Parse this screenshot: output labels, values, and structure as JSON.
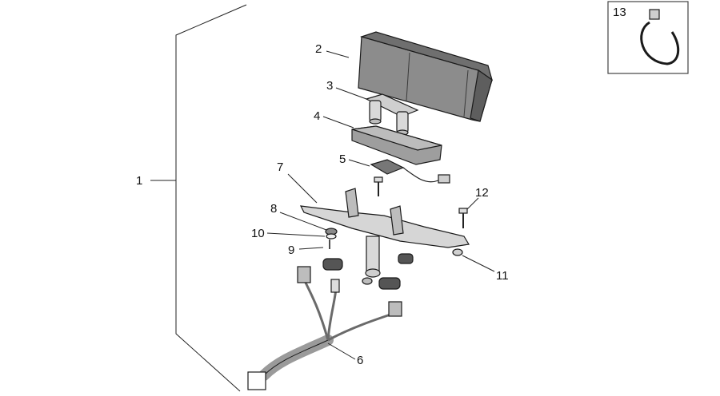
{
  "callouts": {
    "c1": "1",
    "c2": "2",
    "c3": "3",
    "c4": "4",
    "c5": "5",
    "c6": "6",
    "c7": "7",
    "c8": "8",
    "c9": "9",
    "c10": "10",
    "c11": "11",
    "c12": "12",
    "c13": "13"
  },
  "colors": {
    "part_fill_dark": "#8c8c8c",
    "part_fill_mid": "#a9a9a9",
    "part_fill_light": "#d9d9d9",
    "wire_gray": "#9a9a9a",
    "outline": "#1a1a1a",
    "background": "#ffffff"
  }
}
